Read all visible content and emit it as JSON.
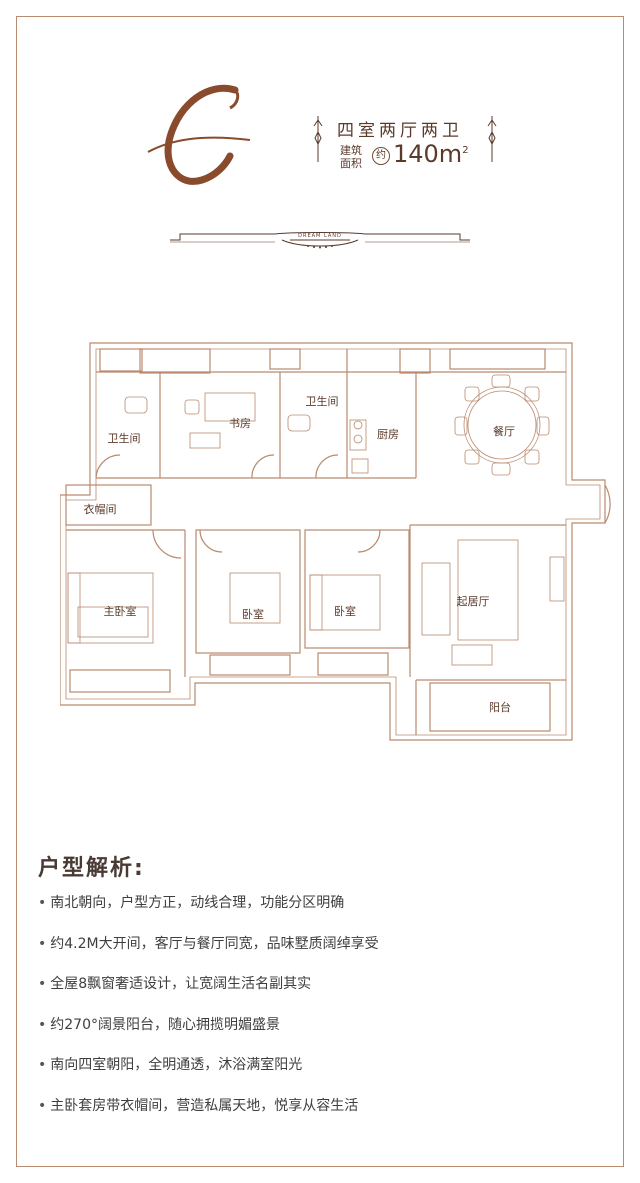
{
  "header": {
    "letter": "C",
    "layout": "四室两厅两卫",
    "area_label_line1": "建筑",
    "area_label_line2": "面积",
    "approx": "约",
    "area_value": "140m",
    "area_sup": "2",
    "badge": "DREAM LAND"
  },
  "rooms": {
    "bath1": "卫生间",
    "study": "书房",
    "bath2": "卫生间",
    "kitchen": "厨房",
    "dining": "餐厅",
    "cloakroom": "衣帽间",
    "master": "主卧室",
    "bedroom1": "卧室",
    "bedroom2": "卧室",
    "living": "起居厅",
    "balcony": "阳台"
  },
  "analysis": {
    "title": "户型解析:",
    "items": [
      "南北朝向，户型方正，动线合理，功能分区明确",
      "约4.2M大开间，客厅与餐厅同宽，品味墅质阔绰享受",
      "全屋8飘窗奢适设计，让宽阔生活名副其实",
      "约270°阔景阳台，随心拥揽明媚盛景",
      "南向四室朝阳，全明通透，沐浴满室阳光",
      "主卧套房带衣帽间，营造私属天地，悦享从容生活"
    ]
  },
  "colors": {
    "accent": "#8a4a2c",
    "line": "#b98a6e",
    "text": "#3e3e3e"
  }
}
